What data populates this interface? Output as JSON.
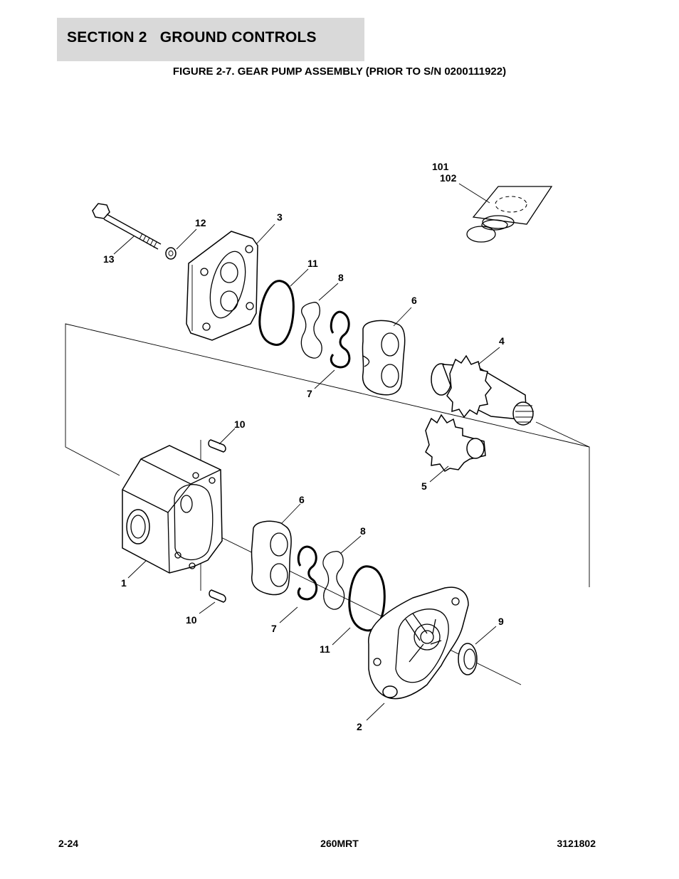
{
  "header": {
    "section_title": "SECTION 2   GROUND CONTROLS",
    "figure_title": "FIGURE 2-7. GEAR PUMP ASSEMBLY (PRIOR TO S/N 0200111922)"
  },
  "callouts": {
    "c101": "101",
    "c102": "102",
    "c3": "3",
    "c12": "12",
    "c13": "13",
    "c11_top": "11",
    "c8_top": "8",
    "c6_top": "6",
    "c4": "4",
    "c7_top": "7",
    "c10_top": "10",
    "c5": "5",
    "c6_bottom": "6",
    "c8_bottom": "8",
    "c1": "1",
    "c10_bottom": "10",
    "c7_bottom": "7",
    "c9": "9",
    "c11_bottom": "11",
    "c2": "2"
  },
  "footer": {
    "page_number": "2-24",
    "model": "260MRT",
    "doc_number": "3121802"
  }
}
